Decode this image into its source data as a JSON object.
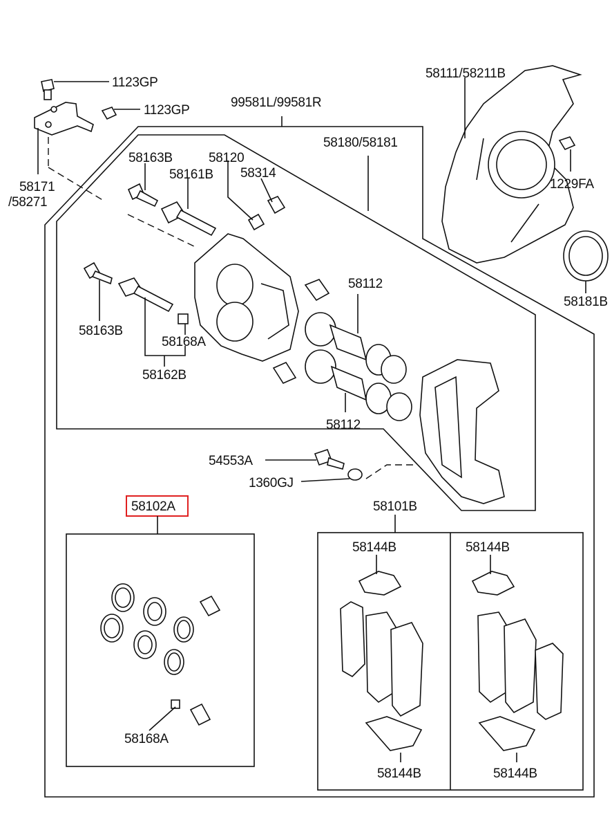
{
  "labels": {
    "p1123gp_a": "1123GP",
    "p1123gp_b": "1123GP",
    "p99581": "99581L/99581R",
    "p58111": "58111/58211B",
    "p58171": "58171",
    "p58271": "/58271",
    "p58180": "58180/58181",
    "p58163b_top": "58163B",
    "p58161b": "58161B",
    "p58120": "58120",
    "p58314": "58314",
    "p1229fa": "1229FA",
    "p58181b": "58181B",
    "p58112_top": "58112",
    "p58163b_low": "58163B",
    "p58168a_top": "58168A",
    "p58162b": "58162B",
    "p58112_low": "58112",
    "p54553a": "54553A",
    "p1360gj": "1360GJ",
    "p58102a": "58102A",
    "p58101b": "58101B",
    "p58144b_1": "58144B",
    "p58144b_2": "58144B",
    "p58144b_3": "58144B",
    "p58144b_4": "58144B",
    "p58168a_low": "58168A"
  },
  "highlight_color": "#e02020"
}
